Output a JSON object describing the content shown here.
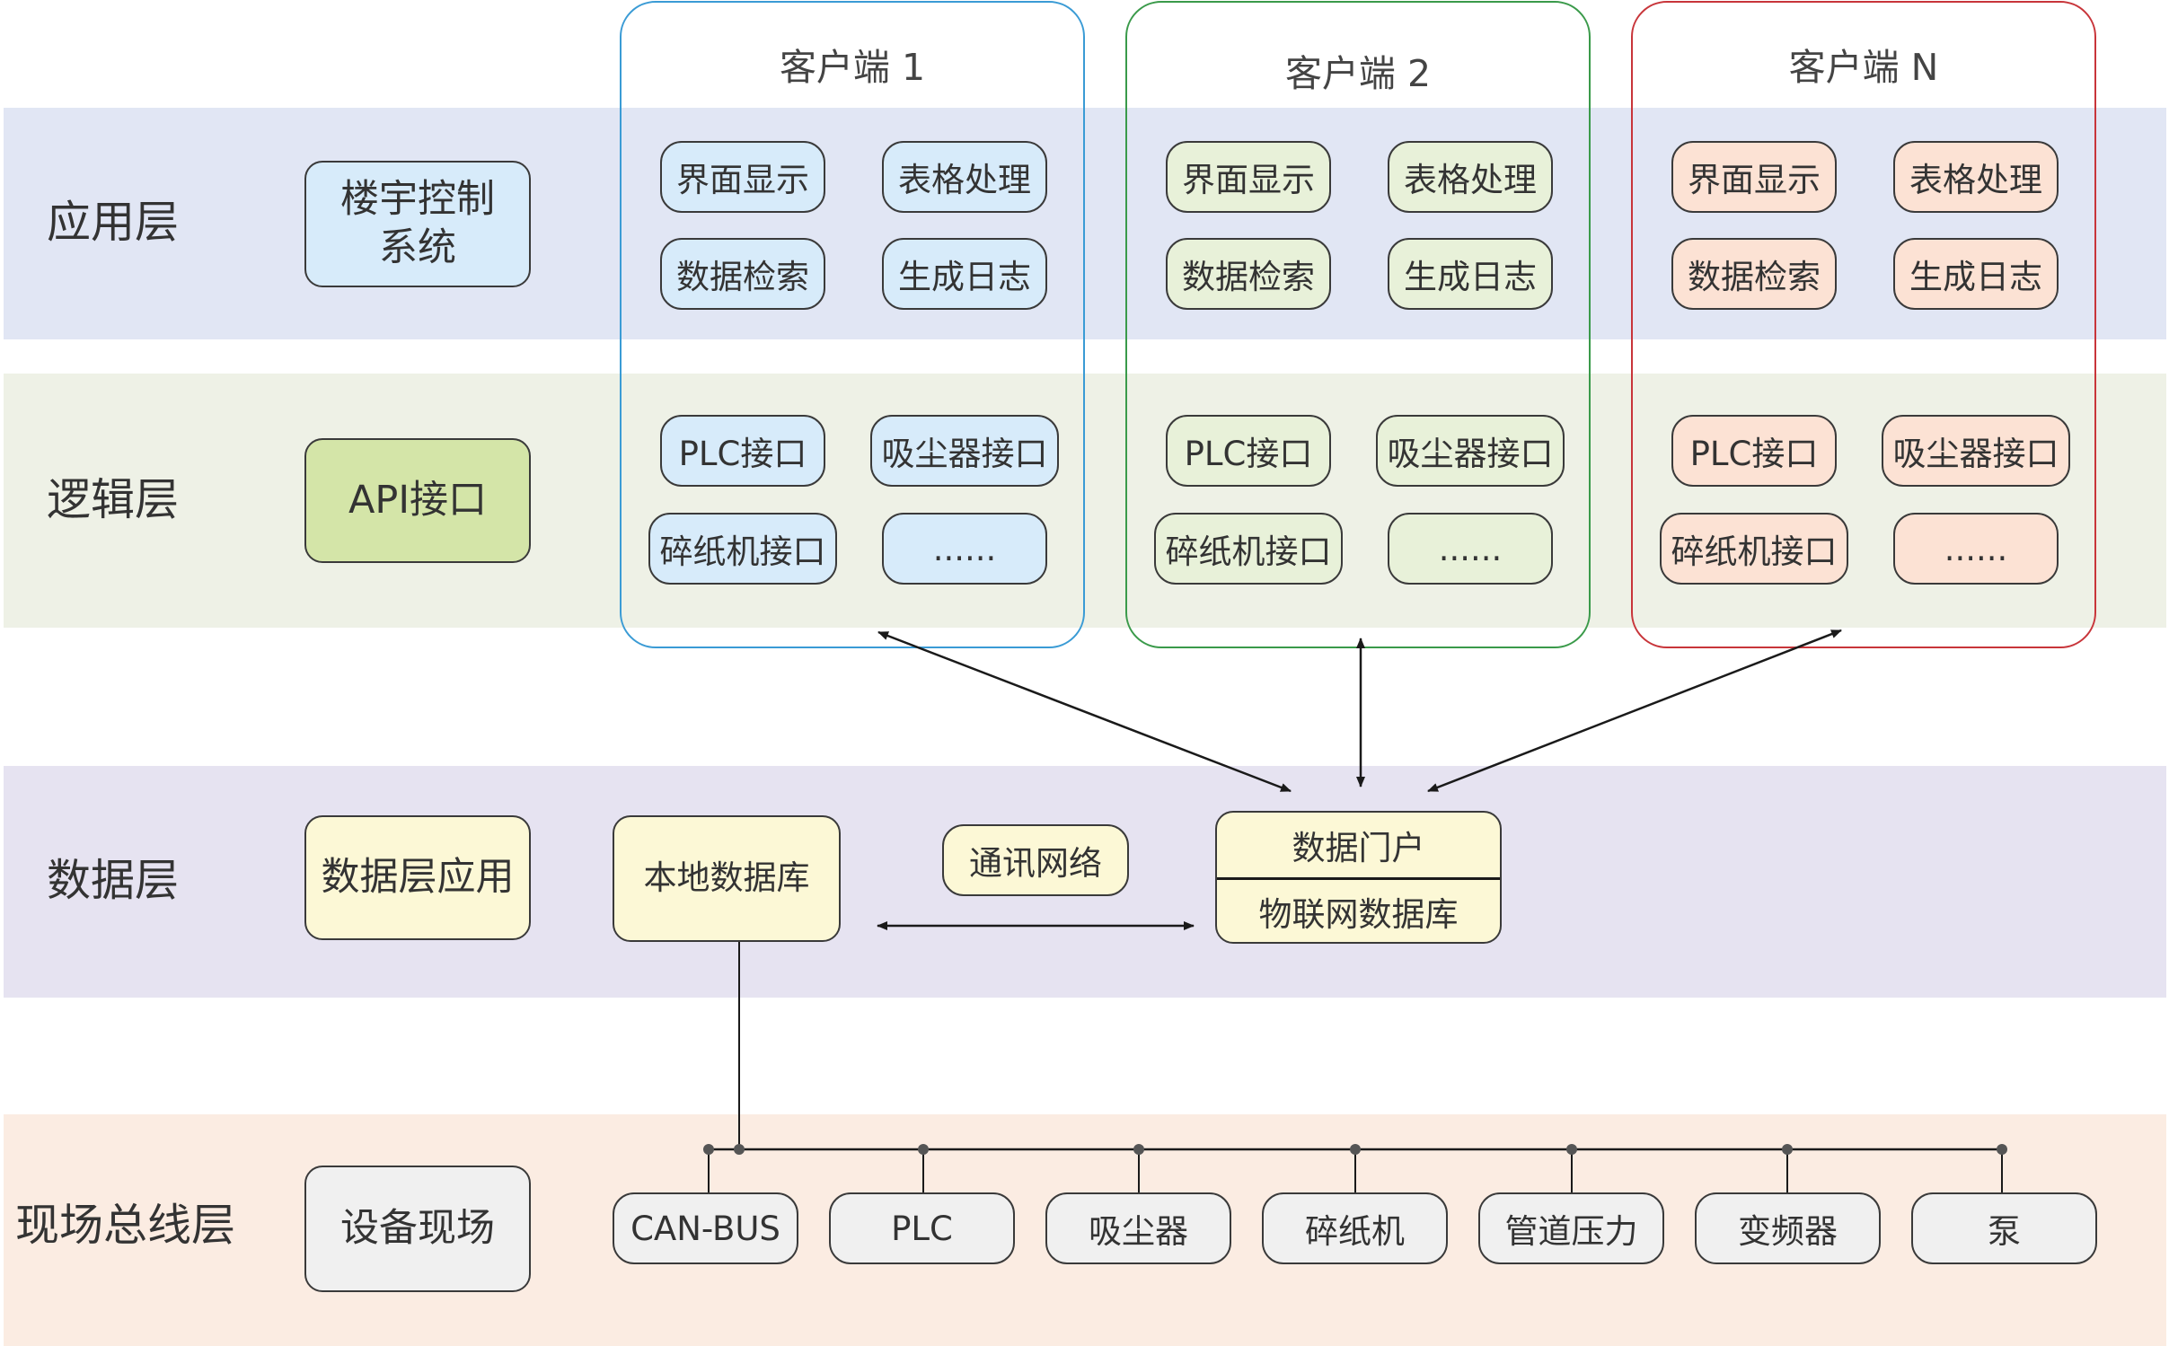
{
  "layers": {
    "app": "应用层",
    "logic": "逻辑层",
    "data": "数据层",
    "field": "现场总线层"
  },
  "left_boxes": {
    "app": "楼宇控制\n系统",
    "logic": "API接口",
    "data": "数据层应用",
    "field": "设备现场"
  },
  "clients": [
    {
      "title": "客户端 1",
      "app_items": [
        "界面显示",
        "表格处理",
        "数据检索",
        "生成日志"
      ],
      "logic_items": [
        "PLC接口",
        "吸尘器接口",
        "碎纸机接口",
        "......"
      ]
    },
    {
      "title": "客户端 2",
      "app_items": [
        "界面显示",
        "表格处理",
        "数据检索",
        "生成日志"
      ],
      "logic_items": [
        "PLC接口",
        "吸尘器接口",
        "碎纸机接口",
        "......"
      ]
    },
    {
      "title": "客户端 N",
      "app_items": [
        "界面显示",
        "表格处理",
        "数据检索",
        "生成日志"
      ],
      "logic_items": [
        "PLC接口",
        "吸尘器接口",
        "碎纸机接口",
        "......"
      ]
    }
  ],
  "data_layer": {
    "local_db": "本地数据库",
    "network": "通讯网络",
    "portal_top": "数据门户",
    "portal_bottom": "物联网数据库"
  },
  "field_devices": [
    "CAN-BUS",
    "PLC",
    "吸尘器",
    "碎纸机",
    "管道压力",
    "变频器",
    "泵"
  ],
  "colors": {
    "band_app": "#e1e6f4",
    "band_logic": "#eef1e6",
    "band_data": "#e6e3f1",
    "band_field": "#fbece2",
    "client1_border": "#3a9bd5",
    "client2_border": "#3a9a4a",
    "client3_border": "#c8353a",
    "box_app": "#d7ebfa",
    "box_logic": "#d4e5a8",
    "box_data": "#fcf8d6",
    "box_field": "#f0f0f0"
  }
}
